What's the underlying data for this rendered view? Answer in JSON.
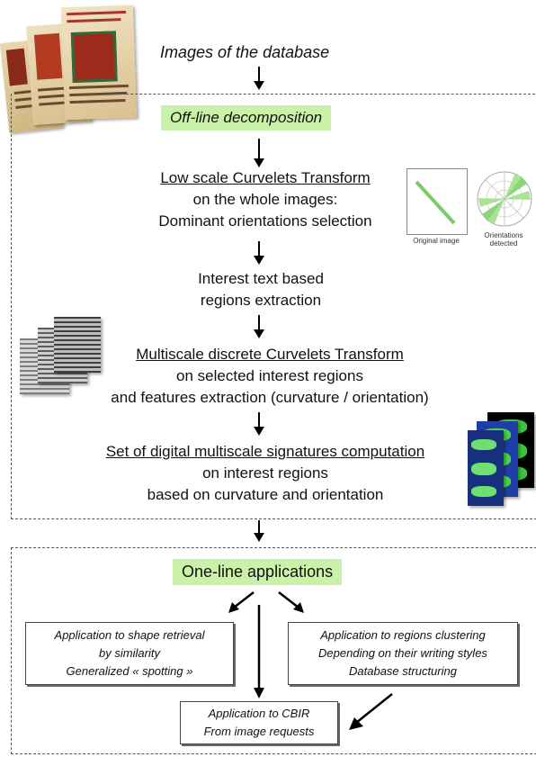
{
  "top": {
    "label": "Images of the database"
  },
  "offline": {
    "label": "Off-line decomposition",
    "step1": {
      "title": "Low scale Curvelets Transform",
      "line2": "on the whole images:",
      "line3": "Dominant orientations selection"
    },
    "thumb_original": "Original image",
    "thumb_orient": "Orientations detected",
    "step2": {
      "line1": "Interest text based",
      "line2": "regions extraction"
    },
    "step3": {
      "title": "Multiscale discrete Curvelets Transform",
      "line2": "on selected interest regions",
      "line3": "and features extraction  (curvature / orientation)"
    },
    "step4": {
      "title": "Set of digital multiscale signatures computation",
      "line2": "on interest regions",
      "line3": "based on curvature and orientation"
    }
  },
  "online": {
    "label": "One-line applications",
    "app_left": {
      "line1": "Application to shape retrieval",
      "line2": "by similarity",
      "line3": "Generalized « spotting »"
    },
    "app_right": {
      "line1": "Application to regions clustering",
      "line2": "Depending on their writing styles",
      "line3": "Database structuring"
    },
    "app_bottom": {
      "line1": "Application to CBIR",
      "line2": "From image requests"
    }
  },
  "colors": {
    "green_label": "#c9f2a8",
    "dash": "#555555",
    "signature_green": "#4bd34b",
    "signature_blue": "#1f3fa8"
  }
}
